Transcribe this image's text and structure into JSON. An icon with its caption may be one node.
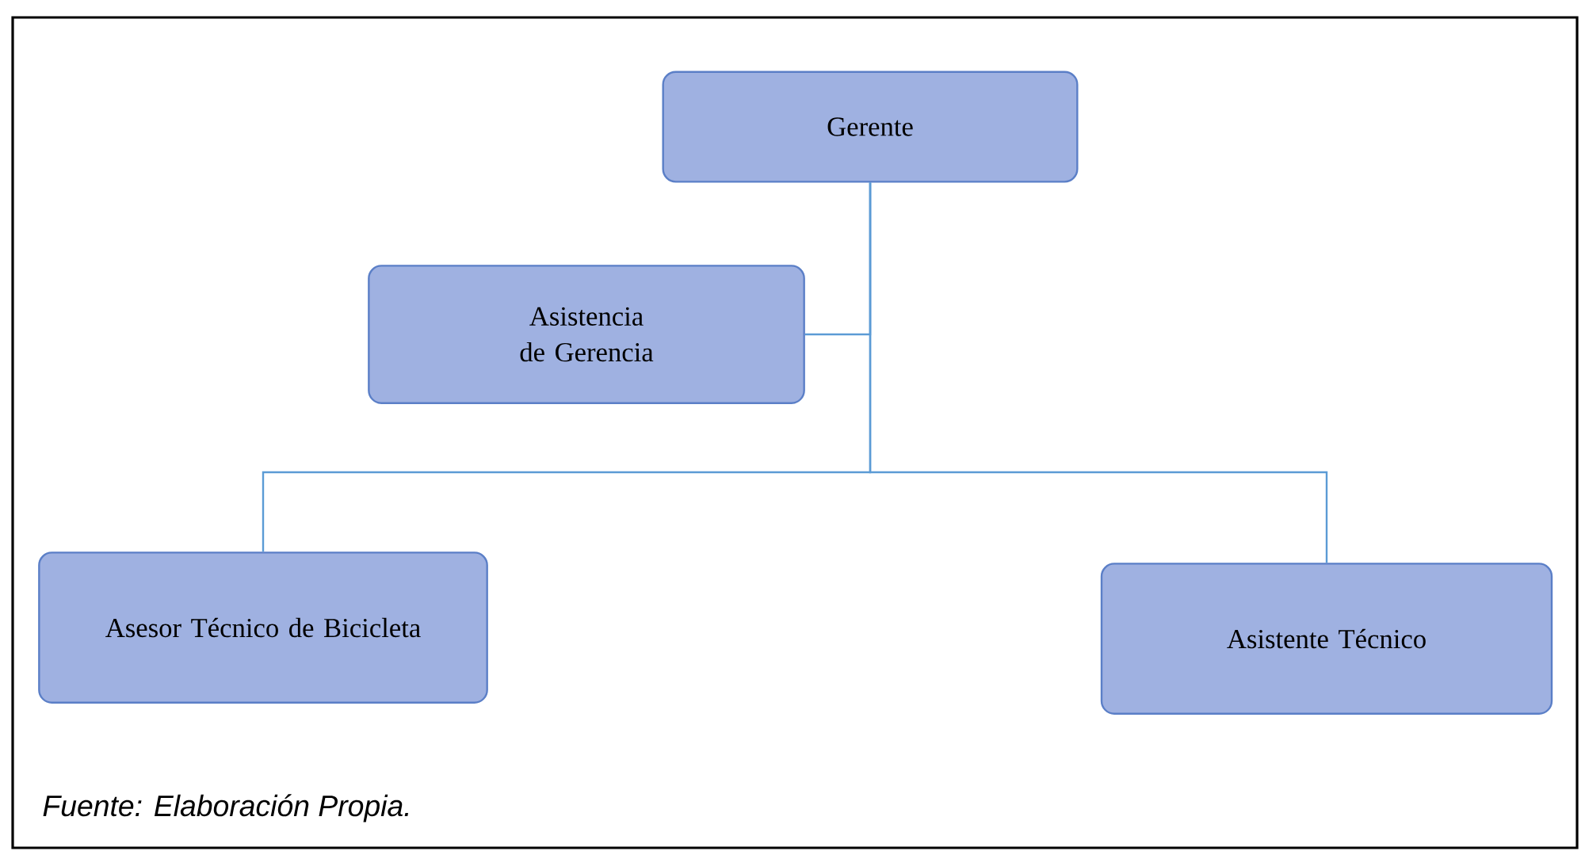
{
  "diagram": {
    "caption": "Fuente: Elaboración Propia.",
    "nodes": [
      {
        "text": [
          "Gerente"
        ]
      },
      {
        "text": [
          "Asistencia de Gerencia"
        ]
      },
      {
        "text": [
          "Asesor Técnico de Bicicleta"
        ]
      },
      {
        "text": [
          "Asistente Técnico"
        ]
      }
    ],
    "edges": [
      {
        "from": 0,
        "to": 1,
        "arrow": "none"
      },
      {
        "from": 0,
        "to": 2,
        "arrow": "none"
      },
      {
        "from": 0,
        "to": 3,
        "arrow": "none"
      }
    ]
  }
}
